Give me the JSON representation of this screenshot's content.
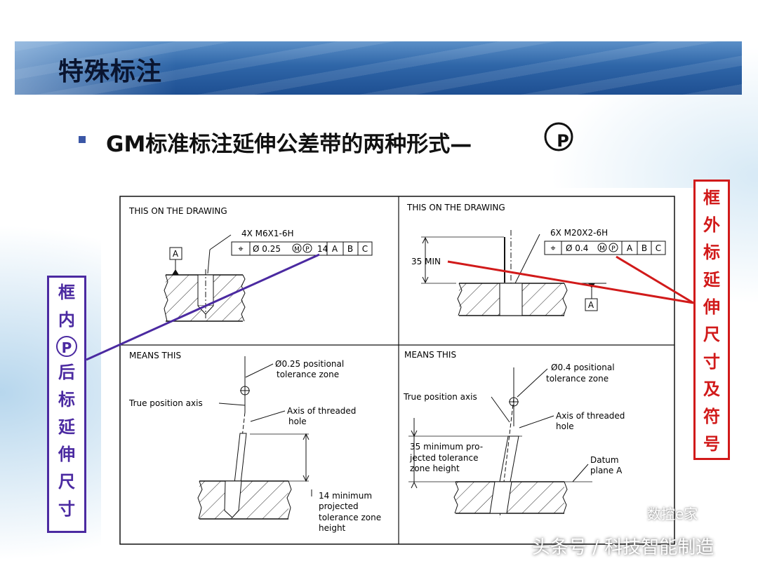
{
  "slide": {
    "title": "特殊标注",
    "headline": "GM标准标注延伸公差带的两种形式—",
    "symbol_letter": "P"
  },
  "labels": {
    "left_chars": [
      "框",
      "内",
      "P",
      "后",
      "标",
      "延",
      "伸",
      "尺",
      "寸"
    ],
    "right_chars": [
      "框",
      "外",
      "标",
      "延",
      "伸",
      "尺",
      "寸",
      "及",
      "符",
      "号"
    ]
  },
  "drawing": {
    "q1_header": "THIS ON THE DRAWING",
    "q2_header": "THIS ON THE DRAWING",
    "q3_header": "MEANS THIS",
    "q4_header": "MEANS THIS",
    "q1_thread": "4X  M6X1-6H",
    "q1_fcf": {
      "symbol": "⌖",
      "tol": "Ø 0.25",
      "m": "M",
      "p": "P",
      "height": "14",
      "d1": "A",
      "d2": "B",
      "d3": "C"
    },
    "q1_datum": "A",
    "q2_thread": "6X  M20X2-6H",
    "q2_fcf": {
      "symbol": "⌖",
      "tol": "Ø 0.4",
      "m": "M",
      "p": "P",
      "d1": "A",
      "d2": "B",
      "d3": "C"
    },
    "q2_min": "35 MIN",
    "q2_datum": "A",
    "q3_zone1": "Ø0.25 positional",
    "q3_zone2": "tolerance zone",
    "q3_true": "True position axis",
    "q3_axis1": "Axis of threaded",
    "q3_axis2": "hole",
    "q3_min1": "14 minimum",
    "q3_min2": "projected",
    "q3_min3": "tolerance zone",
    "q3_min4": "height",
    "q4_zone1": "Ø0.4 positional",
    "q4_zone2": "tolerance zone",
    "q4_true": "True position axis",
    "q4_axis1": "Axis of threaded",
    "q4_axis2": "hole",
    "q4_min1": "35 minimum pro-",
    "q4_min2": "jected tolerance",
    "q4_min3": "zone height",
    "q4_datum1": "Datum",
    "q4_datum2": "plane A"
  },
  "watermark": {
    "line1": "数控e家",
    "line2": "头条号 / 科技智能制造"
  },
  "colors": {
    "left_label": "#4b2aa1",
    "right_label": "#d11a1a",
    "title_bar": "#2f66a8"
  }
}
